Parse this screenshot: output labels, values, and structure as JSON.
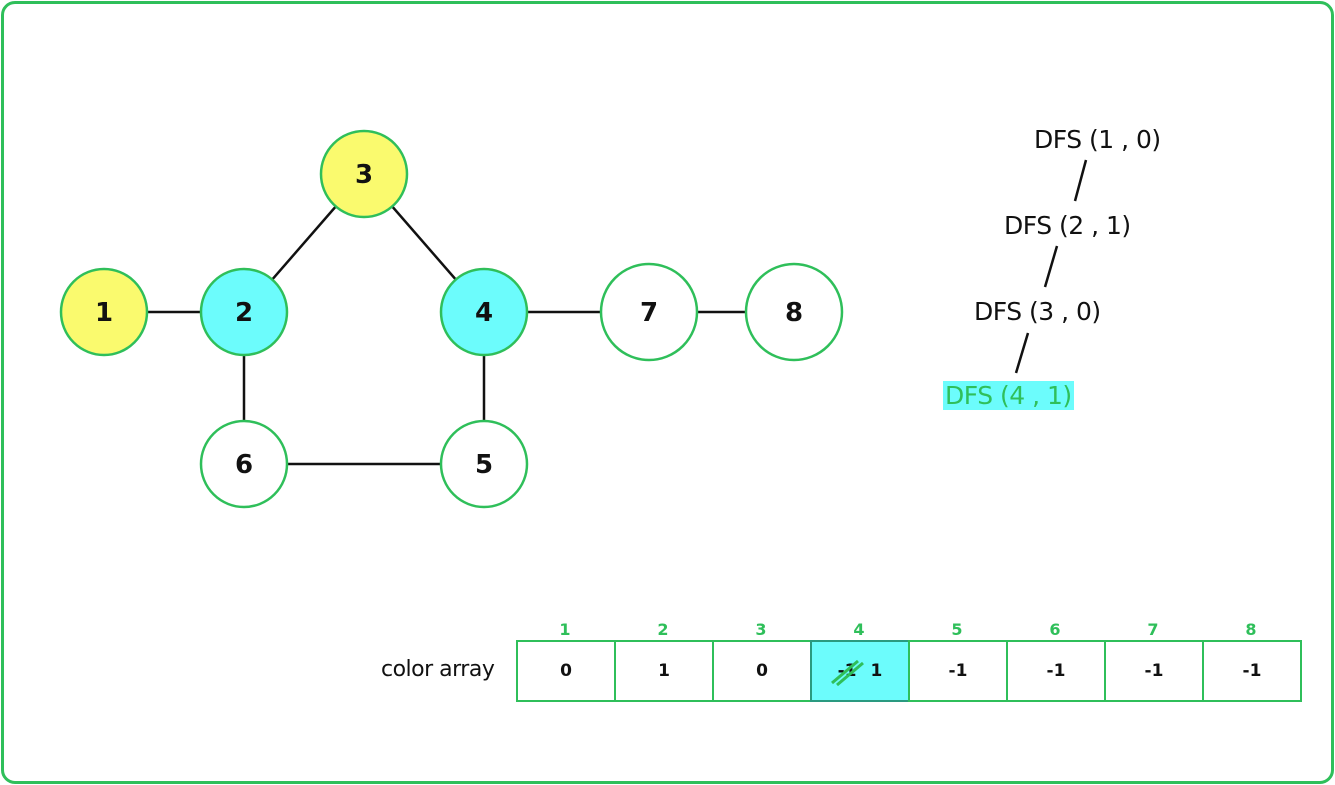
{
  "colors": {
    "frame": "#2fbf5a",
    "yellow": "#fafa6e",
    "cyan": "#6cfcfc",
    "white": "#ffffff",
    "accent": "#2fbf5a"
  },
  "graph": {
    "nodes": [
      {
        "id": "1",
        "label": "1",
        "color": "#fafa6e"
      },
      {
        "id": "2",
        "label": "2",
        "color": "#6cfcfc"
      },
      {
        "id": "3",
        "label": "3",
        "color": "#fafa6e"
      },
      {
        "id": "4",
        "label": "4",
        "color": "#6cfcfc"
      },
      {
        "id": "5",
        "label": "5",
        "color": "#ffffff"
      },
      {
        "id": "6",
        "label": "6",
        "color": "#ffffff"
      },
      {
        "id": "7",
        "label": "7",
        "color": "#ffffff"
      },
      {
        "id": "8",
        "label": "8",
        "color": "#ffffff"
      }
    ],
    "edges": [
      [
        "1",
        "2"
      ],
      [
        "2",
        "3"
      ],
      [
        "3",
        "4"
      ],
      [
        "2",
        "6"
      ],
      [
        "6",
        "5"
      ],
      [
        "4",
        "5"
      ],
      [
        "4",
        "7"
      ],
      [
        "7",
        "8"
      ]
    ]
  },
  "trace": {
    "calls": [
      "DFS (1 , 0)",
      "DFS (2 , 1)",
      "DFS (3 , 0)",
      "DFS (4 , 1)"
    ],
    "current_index": 3
  },
  "color_array": {
    "label": "color array",
    "indices": [
      "1",
      "2",
      "3",
      "4",
      "5",
      "6",
      "7",
      "8"
    ],
    "values": [
      "0",
      "1",
      "0",
      "1",
      "-1",
      "-1",
      "-1",
      "-1"
    ],
    "highlight_index": 3,
    "previous_value": "-1"
  }
}
